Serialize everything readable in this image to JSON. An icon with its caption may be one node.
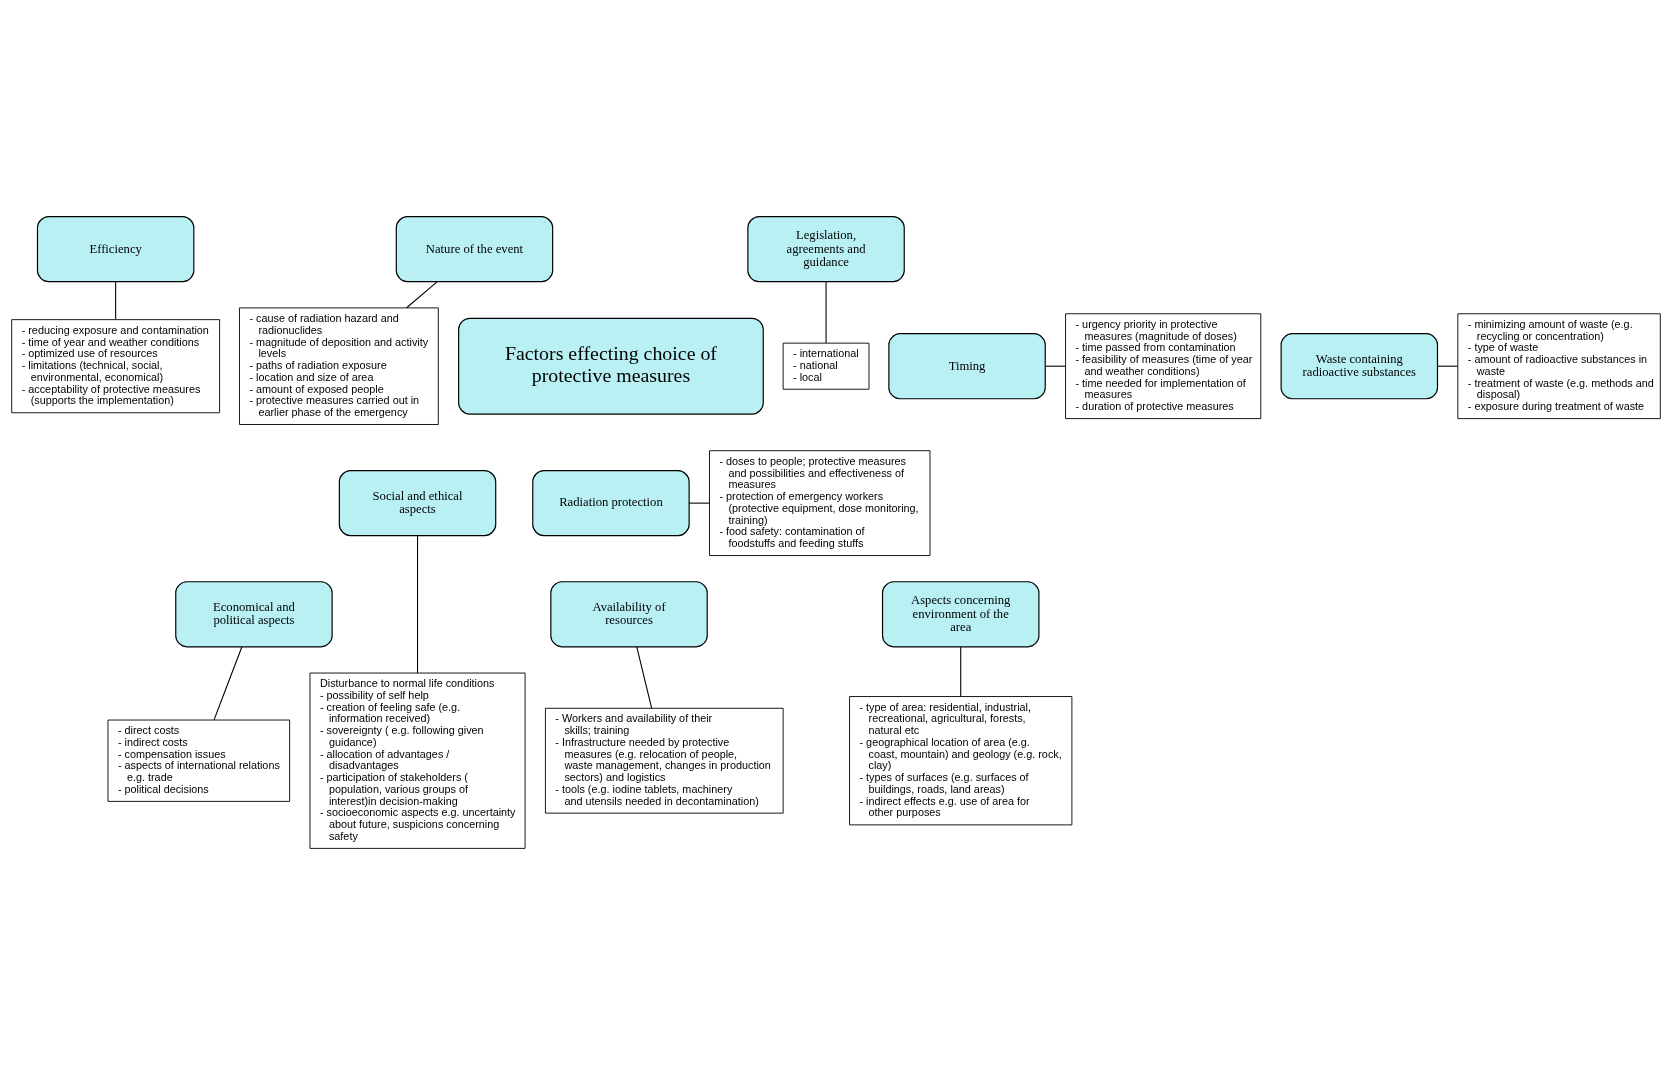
{
  "diagram": {
    "nodes": [
      {
        "text": [
          "- reducing exposure and contamination",
          "- time of year and weather conditions",
          "- optimized use of resources",
          "- limitations (technical, social, environmental, economical)",
          "- acceptability of protective measures (supports the implementation)"
        ]
      },
      {
        "text": [
          "- cause of radiation hazard and radionuclides",
          "- magnitude of deposition and activity levels",
          "- paths of radiation exposure",
          "- location and size of area",
          "- amount of exposed people",
          "- protective measures carried out in earlier phase of the emergency"
        ]
      },
      {
        "text": [
          "- international",
          "- national",
          "- local"
        ]
      },
      {
        "text": [
          "Efficiency"
        ]
      },
      {
        "text": [
          "Nature of the event"
        ]
      },
      {
        "text": [
          "Legislation, agreements and guidance"
        ]
      },
      {
        "text": [
          "- urgency priority in protective measures (magnitude of doses)",
          "- time passed from contamination",
          "- feasibility of measures (time of year and weather conditions)",
          "- time needed for implementation of measures",
          "- duration of protective measures"
        ]
      },
      {
        "text": [
          "- minimizing amount of waste (e.g. recycling or concentration)",
          "- type of waste",
          "- amount of radioactive substances in waste",
          "- treatment of waste (e.g. methods and disposal)",
          "- exposure during treatment of waste"
        ]
      },
      {
        "text": [
          "Waste containing radioactive substances"
        ]
      },
      {
        "text": [
          "Timing"
        ]
      },
      {
        "text": [
          "Factors effecting choice of protective measures"
        ]
      },
      {
        "text": [
          "Social and ethical aspects"
        ]
      },
      {
        "text": [
          "Radiation protection"
        ]
      },
      {
        "text": [
          "- doses to people; protective measures and possibilities and effectiveness of measures",
          "- protection of emergency workers (protective equipment, dose monitoring, training)",
          "- food safety: contamination of foodstuffs and feeding stuffs"
        ]
      },
      {
        "text": [
          "Economical and political aspects"
        ]
      },
      {
        "text": [
          "Aspects concerning environment of the area"
        ]
      },
      {
        "text": [
          "Availability of resources"
        ]
      },
      {
        "text": [
          "Disturbance to normal life conditions",
          "- possibility of self help",
          "- creation of feeling safe (e.g. information received)",
          "- sovereignty ( e.g. following given guidance)",
          "- allocation of advantages / disadvantages",
          "- participation of stakeholders ( population, various groups of interest)in decision-making",
          "- socioeconomic aspects e.g. uncertainty about future, suspicions concerning safety"
        ]
      },
      {
        "text": [
          "- direct costs",
          "- indirect costs",
          "- compensation issues",
          "- aspects of international relations e.g. trade",
          "- political decisions"
        ]
      },
      {
        "text": [
          "- type of area: residential, industrial, recreational, agricultural, forests, natural etc",
          "- geographical location of area (e.g. coast, mountain) and geology (e.g. rock, clay)",
          "- types of surfaces (e.g. surfaces of buildings, roads, land areas)",
          "- indirect effects e.g. use of area for other purposes"
        ]
      },
      {
        "text": [
          "- Workers and availability of their skills; training",
          "- Infrastructure needed by protective measures (e.g. relocation of people, waste management, changes in production sectors) and logistics",
          "- tools (e.g. iodine tablets, machinery and utensils needed in decontamination)"
        ]
      }
    ],
    "edges": [
      {
        "from": 3,
        "to": 0,
        "arrow": "none"
      },
      {
        "from": 4,
        "to": 1,
        "arrow": "none"
      },
      {
        "from": 5,
        "to": 2,
        "arrow": "none"
      },
      {
        "from": 8,
        "to": 7,
        "arrow": "none"
      },
      {
        "from": 9,
        "to": 6,
        "arrow": "none"
      },
      {
        "from": 11,
        "to": 17,
        "arrow": "none"
      },
      {
        "from": 12,
        "to": 13,
        "arrow": "none"
      },
      {
        "from": 14,
        "to": 18,
        "arrow": "none"
      },
      {
        "from": 15,
        "to": 19,
        "arrow": "none"
      },
      {
        "from": 16,
        "to": 20,
        "arrow": "none"
      }
    ]
  }
}
